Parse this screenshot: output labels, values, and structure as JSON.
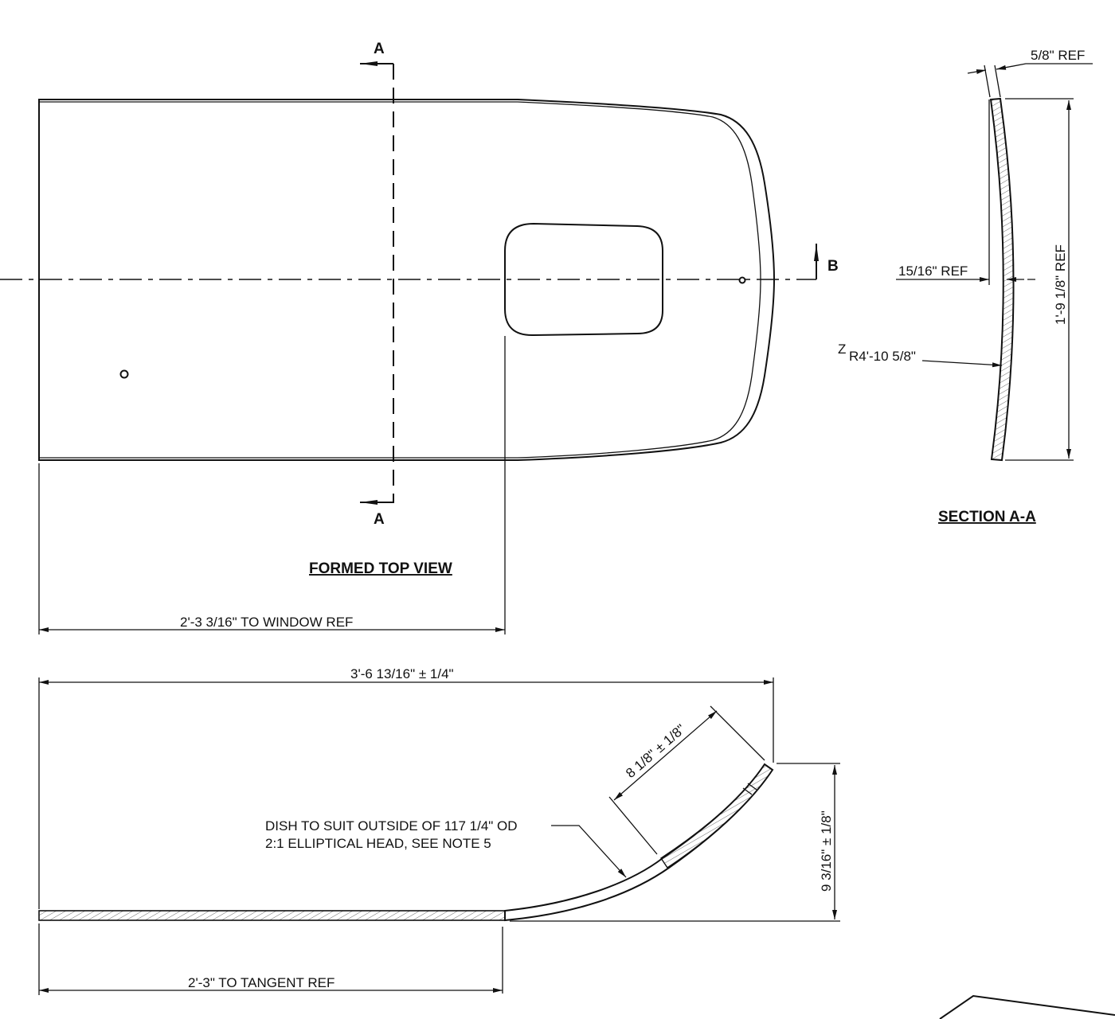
{
  "views": {
    "top_view_title": "FORMED TOP VIEW",
    "section_title": "SECTION A-A"
  },
  "section_markers": {
    "a_top": "A",
    "a_bottom": "A",
    "b": "B"
  },
  "dimensions": {
    "to_window": "2'-3 3/16\" TO WINDOW REF",
    "overall_length": "3'-6 13/16\" ± 1/4\"",
    "arc_length": "8 1/8\" ± 1/8\"",
    "height": "9 3/16\" ± 1/8\"",
    "to_tangent": "2'-3\" TO TANGENT REF",
    "thickness": "5/8\" REF",
    "offset": "15/16\" REF",
    "section_height": "1'-9 1/8\" REF",
    "radius_prefix": "Z",
    "radius": "R4'-10 5/8\""
  },
  "notes": {
    "dish_line1": "DISH TO SUIT OUTSIDE OF 117 1/4\" OD",
    "dish_line2": "2:1 ELLIPTICAL HEAD, SEE NOTE 5"
  }
}
